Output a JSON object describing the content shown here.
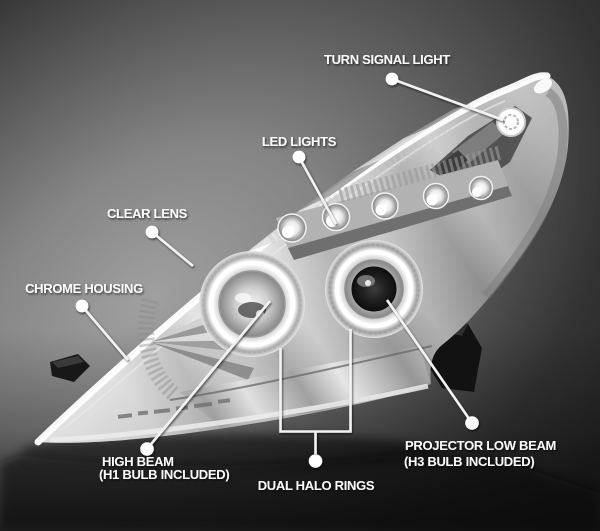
{
  "annotations": {
    "turn_signal": {
      "label": "TURN SIGNAL LIGHT"
    },
    "led_lights": {
      "label": "LED LIGHTS"
    },
    "clear_lens": {
      "label": "CLEAR LENS"
    },
    "chrome_housing": {
      "label": "CHROME HOUSING"
    },
    "high_beam": {
      "label": "HIGH BEAM",
      "sublabel": "(H1 BULB INCLUDED)"
    },
    "dual_halo_rings": {
      "label": "DUAL HALO RINGS"
    },
    "projector_low_beam": {
      "label": "PROJECTOR LOW BEAM",
      "sublabel": "(H3 BULB INCLUDED)"
    }
  },
  "colors": {
    "background_dark": "#232323",
    "background_light": "#a0a0a0",
    "annotation_text": "#fafafa",
    "pointer_line": "#f2f2f2",
    "chrome_light": "#f5f5f5",
    "chrome_mid": "#b0b0b0",
    "chrome_dark": "#6a6a6a",
    "halo_glow": "#ffffff",
    "projector_lens_dark": "#1a1a1a",
    "bracket_black": "#141414"
  }
}
